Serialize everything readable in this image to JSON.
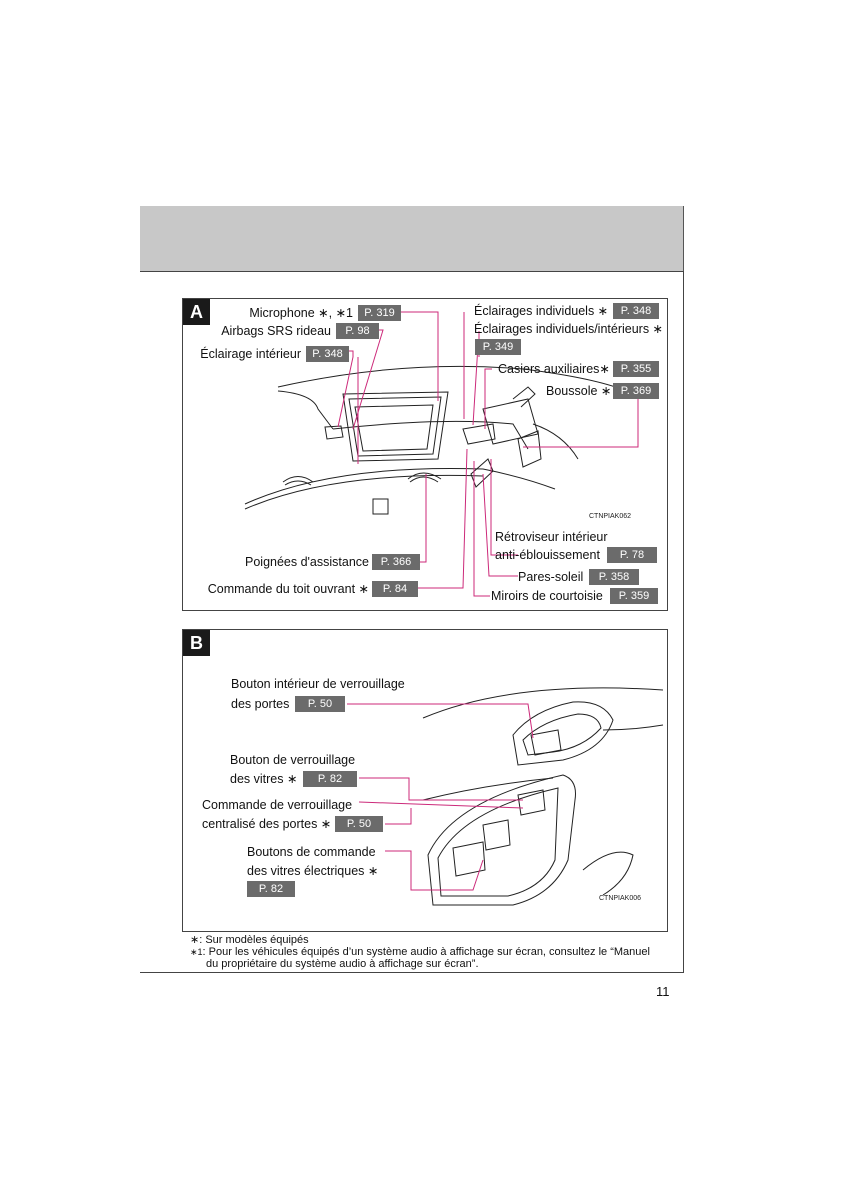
{
  "panels": {
    "A": {
      "letter": "A",
      "image_code": "CTNPIAK062",
      "callouts": [
        {
          "label": "Microphone ∗, ∗1",
          "page": "P. 319"
        },
        {
          "label": "Airbags SRS rideau",
          "page": "P. 98"
        },
        {
          "label": "Éclairage intérieur",
          "page": "P. 348"
        },
        {
          "label": "Éclairages individuels ∗",
          "page": "P. 348"
        },
        {
          "label": "Éclairages individuels/intérieurs ∗",
          "page": "P. 349"
        },
        {
          "label": "Casiers auxiliaires∗",
          "page": "P. 355"
        },
        {
          "label": "Boussole ∗",
          "page": "P. 369"
        },
        {
          "label": "Poignées d'assistance",
          "page": "P. 366"
        },
        {
          "label": "Commande du toit ouvrant ∗",
          "page": "P. 84"
        },
        {
          "label": "Rétroviseur intérieur",
          "label2": "anti-éblouissement",
          "page": "P. 78"
        },
        {
          "label": "Pares-soleil",
          "page": "P. 358"
        },
        {
          "label": "Miroirs de courtoisie",
          "page": "P. 359"
        }
      ]
    },
    "B": {
      "letter": "B",
      "image_code": "CTNPIAK006",
      "callouts": [
        {
          "label": "Bouton intérieur de verrouillage",
          "label2": "des portes",
          "page": "P. 50"
        },
        {
          "label": "Bouton de verrouillage",
          "label2": "des vitres ∗",
          "page": "P. 82"
        },
        {
          "label": "Commande de verrouillage",
          "label2": "centralisé des portes ∗",
          "page": "P. 50"
        },
        {
          "label": "Boutons de commande",
          "label2": "des vitres électriques ∗",
          "page": "P. 82"
        }
      ]
    }
  },
  "footnotes": {
    "n1_mark": "∗",
    "n1_text": ": Sur modèles équipés",
    "n2_mark": "∗1",
    "n2_text": ": Pour les véhicules équipés d’un système audio à affichage sur écran, consultez le “Manuel",
    "n2_text2": "du propriétaire du système audio à affichage sur écran”."
  },
  "page_number": "11",
  "colors": {
    "leader": "#cc2a7a",
    "pageref_bg": "#6b6b6b",
    "header_bg": "#c8c8c8"
  }
}
